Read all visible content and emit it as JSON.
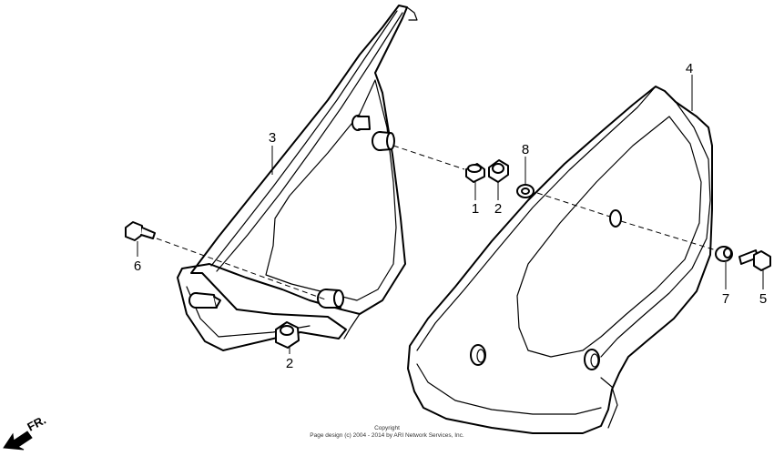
{
  "callouts": {
    "c1": "1",
    "c2a": "2",
    "c2b": "2",
    "c3": "3",
    "c4": "4",
    "c5": "5",
    "c6": "6",
    "c7": "7",
    "c8": "8"
  },
  "direction_label": "FR.",
  "footer": {
    "line1": "Copyright",
    "line2": "Page design (c) 2004 - 2014 by ARI Network Services, Inc."
  }
}
